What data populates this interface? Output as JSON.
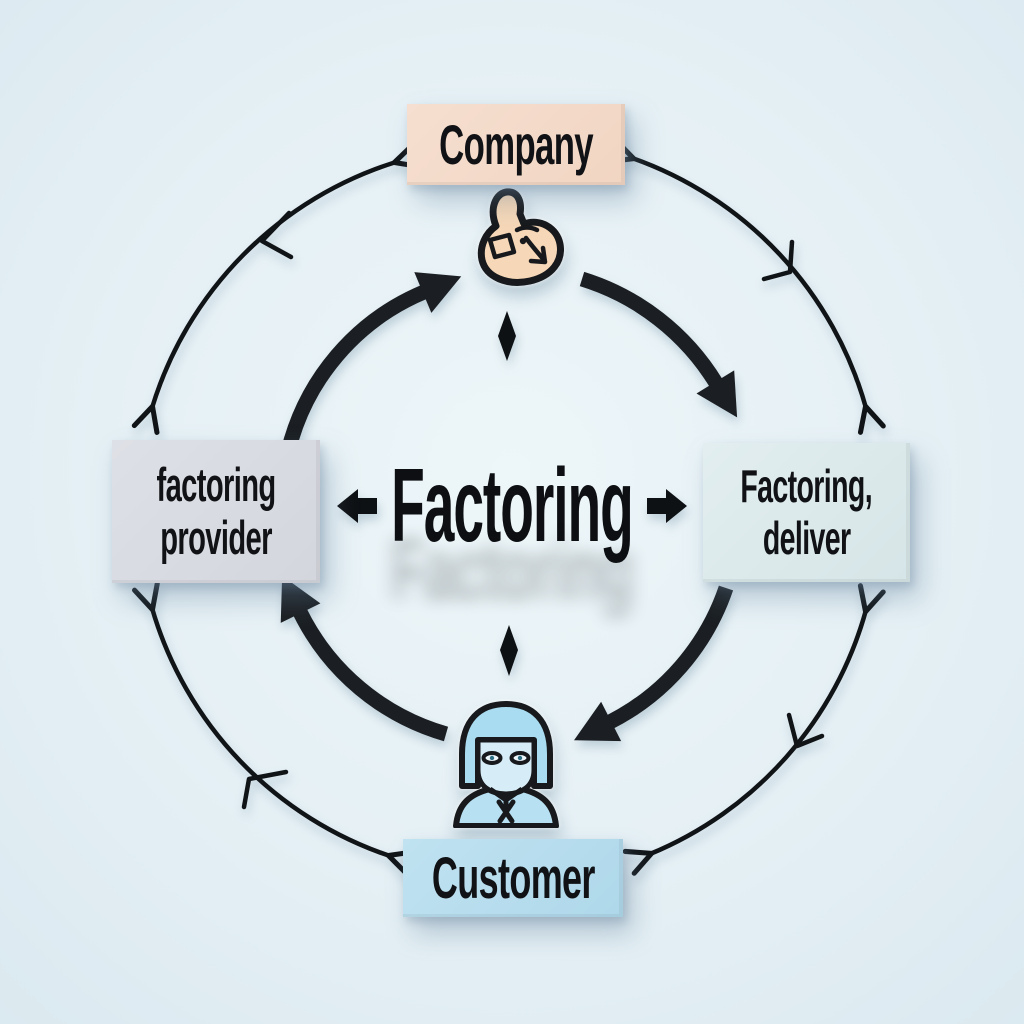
{
  "diagram": {
    "center": {
      "label": "Factoring"
    },
    "nodes": {
      "company": {
        "label": "Company",
        "color": "#f2d8c6"
      },
      "provider": {
        "lines": [
          "factoring",
          "provider"
        ],
        "color": "#d9dbe2"
      },
      "deliver": {
        "lines": [
          "Factoring,",
          "deliver"
        ],
        "color": "#dce9ea"
      },
      "customer": {
        "label": "Customer",
        "color": "#b7ddee"
      }
    },
    "icons": {
      "company_icon": "hand-doodle-icon",
      "customer_icon": "person-icon",
      "center_left": "left-arrow-icon",
      "center_right": "right-arrow-icon",
      "flow_markers": [
        "diamond-top-icon",
        "diamond-bottom-icon"
      ]
    },
    "flows": {
      "inner_cycle": [
        "provider→company",
        "company→deliver",
        "deliver→customer",
        "customer→provider"
      ],
      "outer_links": [
        "company↔provider",
        "company↔deliver",
        "provider↔customer",
        "deliver↔customer"
      ]
    },
    "colors": {
      "background": "#e5f0f5",
      "arrow": "#1b1f23",
      "text": "#101215"
    }
  }
}
